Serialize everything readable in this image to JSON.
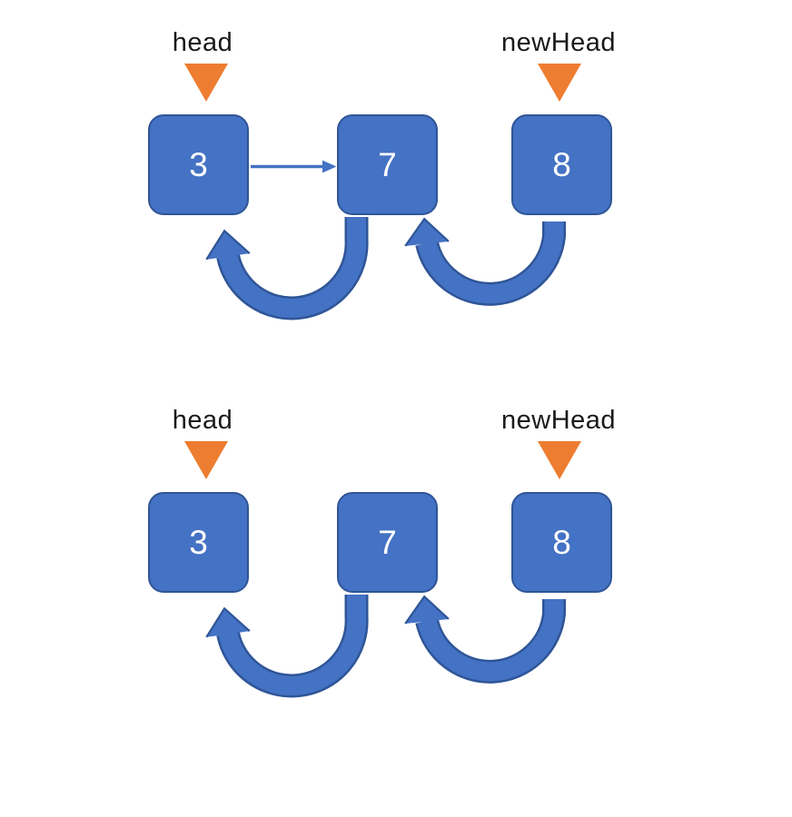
{
  "background": "#ffffff",
  "colors": {
    "node_fill": "#4472C4",
    "node_border": "#2F5597",
    "arrow_fill": "#4472C4",
    "arrow_outline": "#2F5597",
    "pointer_triangle": "#ED7D31",
    "label_text": "#1a1a1a",
    "node_text": "#ffffff"
  },
  "diagram": {
    "panels": [
      {
        "pointers": [
          {
            "label": "head",
            "points_to": "3"
          },
          {
            "label": "newHead",
            "points_to": "8"
          }
        ],
        "nodes": [
          {
            "value": "3"
          },
          {
            "value": "7"
          },
          {
            "value": "8"
          }
        ],
        "next_arrow": {
          "from": "3",
          "to": "7",
          "visible": true
        },
        "reversed_arrows": [
          {
            "from": "7",
            "to": "3"
          },
          {
            "from": "8",
            "to": "7"
          }
        ]
      },
      {
        "pointers": [
          {
            "label": "head",
            "points_to": "3"
          },
          {
            "label": "newHead",
            "points_to": "8"
          }
        ],
        "nodes": [
          {
            "value": "3"
          },
          {
            "value": "7"
          },
          {
            "value": "8"
          }
        ],
        "next_arrow": {
          "from": "3",
          "to": "7",
          "visible": false
        },
        "reversed_arrows": [
          {
            "from": "7",
            "to": "3"
          },
          {
            "from": "8",
            "to": "7"
          }
        ]
      }
    ]
  }
}
